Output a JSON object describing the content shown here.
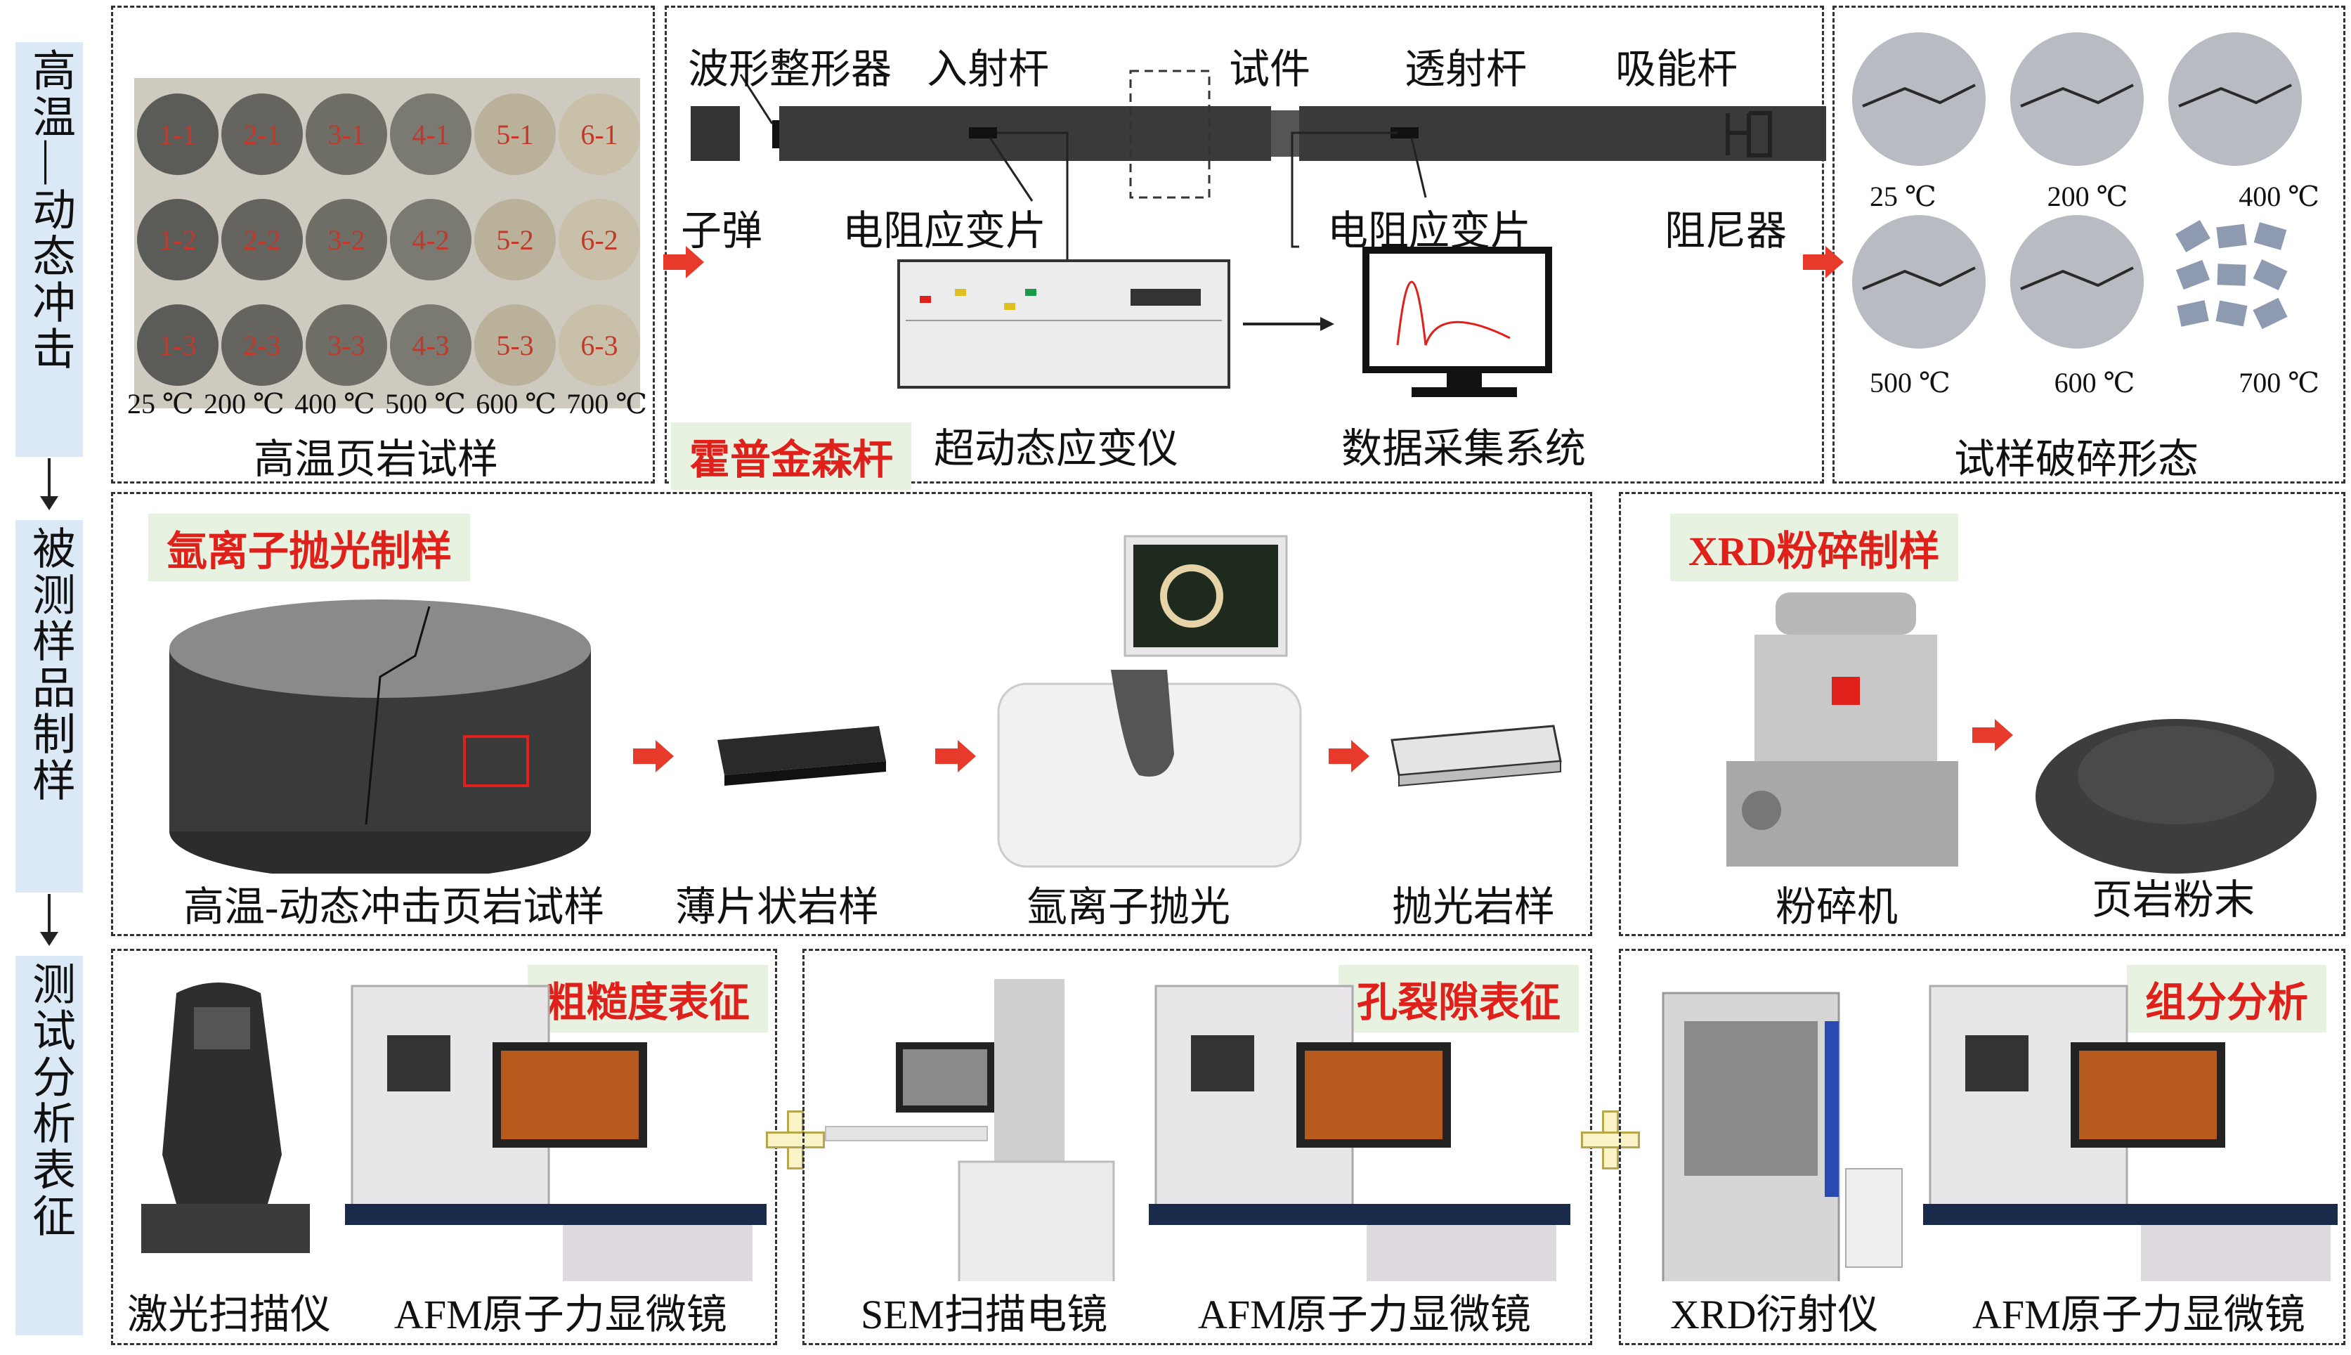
{
  "stages": {
    "stage1": "高温—动态冲击",
    "stage2": "被测样品制样",
    "stage3": "测试分析表征"
  },
  "panel_samples": {
    "caption": "高温页岩试样",
    "temps": [
      "25 ℃",
      "200 ℃",
      "400 ℃",
      "500 ℃",
      "600 ℃",
      "700 ℃"
    ],
    "cores": [
      [
        "1-1",
        "2-1",
        "3-1",
        "4-1",
        "5-1",
        "6-1"
      ],
      [
        "1-2",
        "2-2",
        "3-2",
        "4-2",
        "5-2",
        "6-2"
      ],
      [
        "1-3",
        "2-3",
        "3-3",
        "4-3",
        "5-3",
        "6-3"
      ]
    ]
  },
  "panel_shpb": {
    "tag": "霍普金森杆",
    "labels": {
      "shaper": "波形整形器",
      "incident_bar": "入射杆",
      "specimen": "试件",
      "transmission_bar": "透射杆",
      "absorber_bar": "吸能杆",
      "bullet": "子弹",
      "gauge1": "电阻应变片",
      "gauge2": "电阻应变片",
      "damper": "阻尼器",
      "amplifier": "超动态应变仪",
      "acquisition": "数据采集系统"
    }
  },
  "panel_fracture": {
    "caption": "试样破碎形态",
    "temps": [
      "25 ℃",
      "200 ℃",
      "400 ℃",
      "500 ℃",
      "600 ℃",
      "700 ℃"
    ]
  },
  "panel_argon": {
    "tag": "氩离子抛光制样",
    "steps": [
      "高温-动态冲击页岩试样",
      "薄片状岩样",
      "氩离子抛光",
      "抛光岩样"
    ]
  },
  "panel_xrd_prep": {
    "tag": "XRD粉碎制样",
    "steps": [
      "粉碎机",
      "页岩粉末"
    ]
  },
  "panel_roughness": {
    "tag": "粗糙度表征",
    "devices": [
      "激光扫描仪",
      "AFM原子力显微镜"
    ]
  },
  "panel_pores": {
    "tag": "孔裂隙表征",
    "devices": [
      "SEM扫描电镜",
      "AFM原子力显微镜"
    ]
  },
  "panel_composition": {
    "tag": "组分分析",
    "devices": [
      "XRD衍射仪",
      "AFM原子力显微镜"
    ]
  },
  "colors": {
    "stage_bg": "#dbe8f5",
    "tag_bg": "#e7f3e0",
    "tag_text": "#e0201b",
    "arrow_red": "#e83a2a"
  }
}
